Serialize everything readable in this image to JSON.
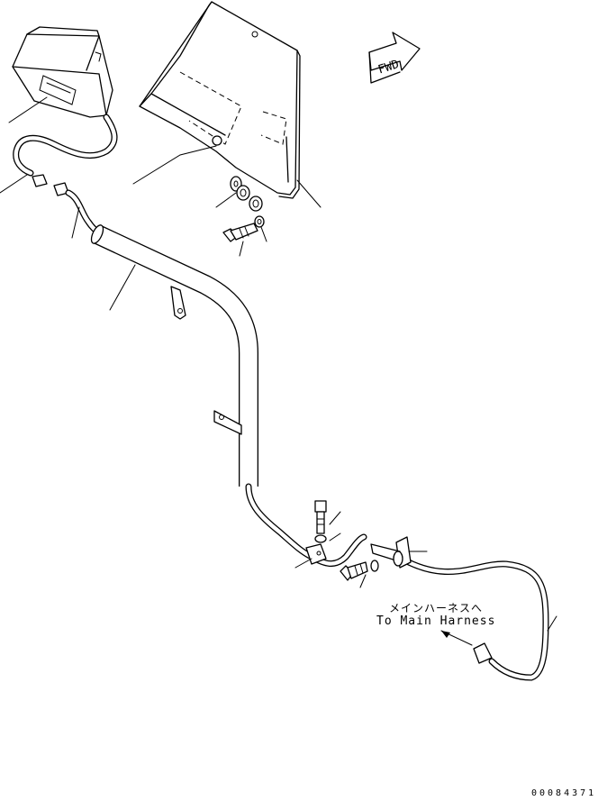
{
  "diagram": {
    "fwd_label": "FWD",
    "harness_note_jp": "メインハーネスへ",
    "harness_note_en": "To Main Harness",
    "drawing_number": "00084371"
  },
  "icons": {
    "forward_arrow": "fwd-arrow-icon"
  }
}
